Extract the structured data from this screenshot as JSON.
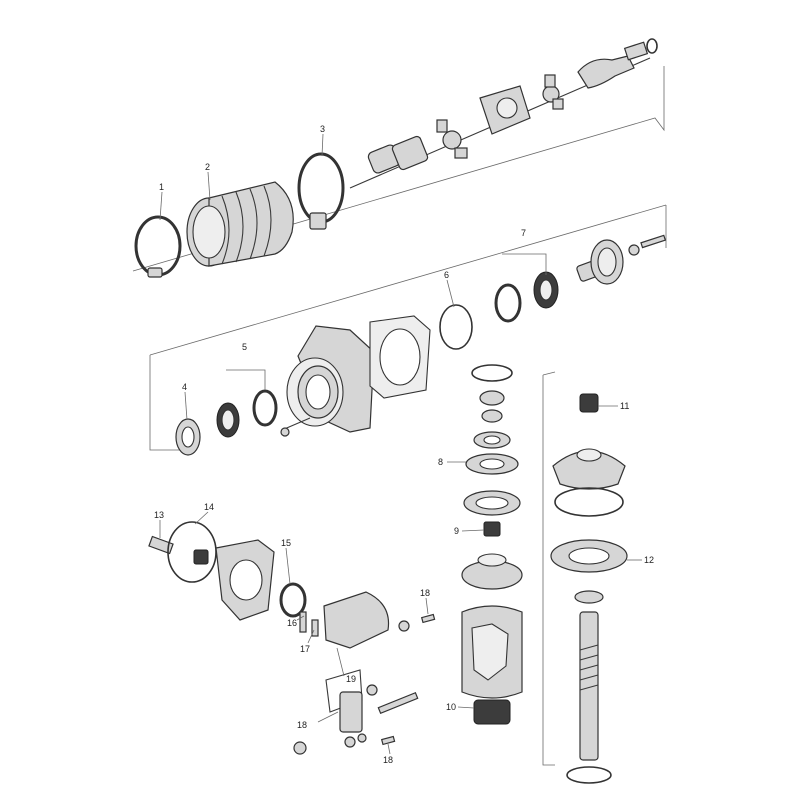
{
  "callouts": [
    "1",
    "2",
    "3",
    "4",
    "5",
    "6",
    "7",
    "8",
    "9",
    "10",
    "11",
    "12",
    "13",
    "14",
    "15",
    "16",
    "17",
    "18",
    "18",
    "18",
    "19"
  ],
  "colors": {
    "line": "#333333",
    "fill": "#d6d6d6",
    "dark": "#3c3c3c"
  }
}
